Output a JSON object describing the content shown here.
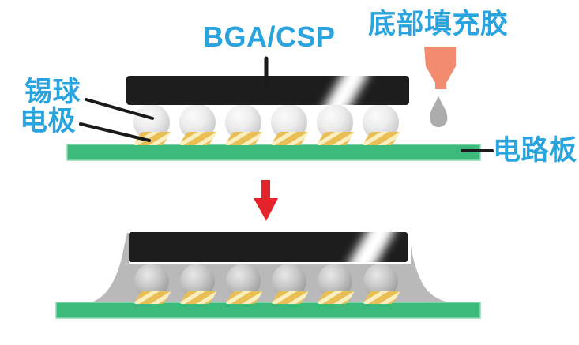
{
  "labels": {
    "chip": "BGA/CSP",
    "underfill_adhesive": "底部填充胶",
    "solder_ball": "锡球",
    "electrode": "电极",
    "circuit_board": "电路板"
  },
  "colors": {
    "label_text": "#2AA4DE",
    "pcb_green": "#3CBA7B",
    "chip_black": "#1D1D1D",
    "solder_ball_gray": "#D6D6D6",
    "electrode_gold": "#E9BE55",
    "underfill_gray": "#B9B9B9",
    "nozzle_salmon": "#F28B70",
    "droplet_gray": "#ACACAC",
    "arrow_red": "#E3242B",
    "pointer_line": "#1A1A1A"
  },
  "diagram": {
    "solder_ball_count": 6
  }
}
